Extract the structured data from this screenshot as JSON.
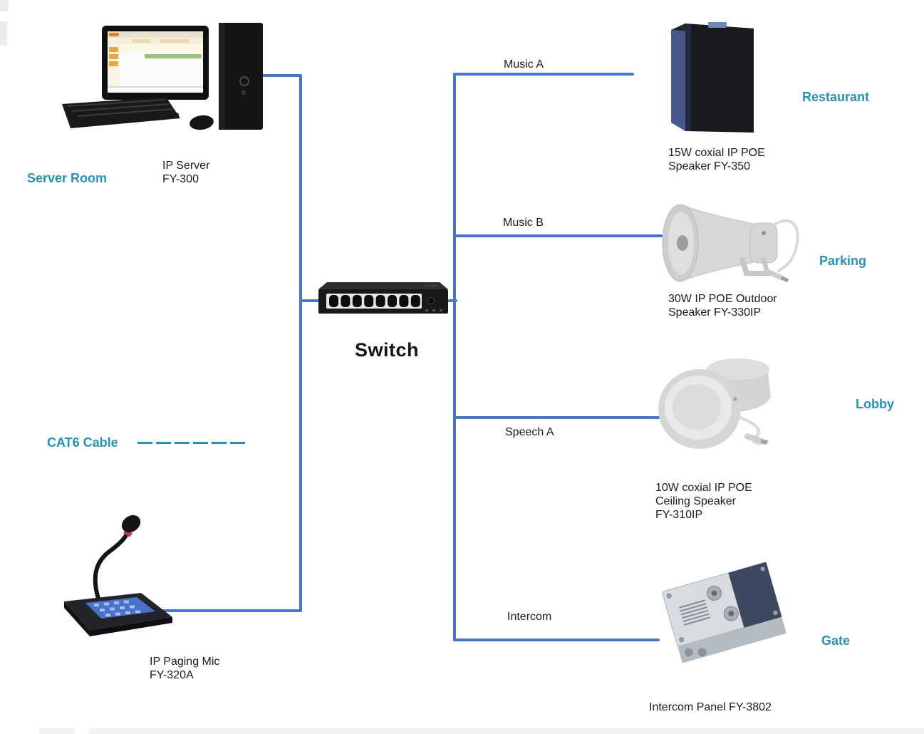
{
  "colors": {
    "connector": "#4877c6",
    "zone_label": "#2792b6",
    "text": "#1c1c1c"
  },
  "server": {
    "zone": "Server Room",
    "name_line1": "IP Server",
    "name_line2": "FY-300"
  },
  "switch": {
    "label": "Switch"
  },
  "legend": {
    "cable_label": "CAT6 Cable"
  },
  "mic": {
    "name_line1": "IP Paging Mic",
    "name_line2": "FY-320A"
  },
  "branches": {
    "music_a": "Music A",
    "music_b": "Music B",
    "speech_a": "Speech A",
    "intercom": "Intercom"
  },
  "devices": {
    "restaurant": {
      "zone": "Restaurant",
      "line1": "15W coxial IP POE",
      "line2": "Speaker FY-350"
    },
    "parking": {
      "zone": "Parking",
      "line1": "30W IP POE Outdoor",
      "line2": "Speaker FY-330IP"
    },
    "lobby": {
      "zone": "Lobby",
      "line1": "10W coxial IP POE",
      "line2": "Ceiling Speaker",
      "line3": "FY-310IP"
    },
    "gate": {
      "zone": "Gate",
      "line1": "Intercom Panel FY-3802"
    }
  }
}
